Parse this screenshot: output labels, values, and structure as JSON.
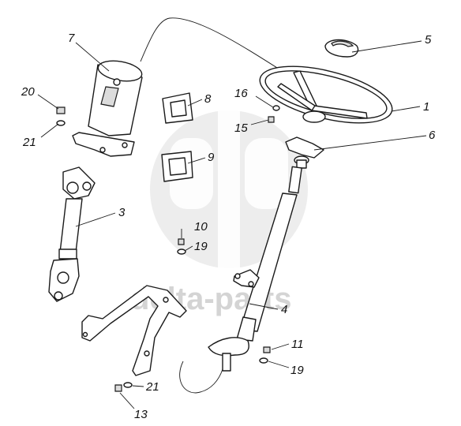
{
  "watermark": {
    "text": "delta-parts",
    "color": "#d4d4d4"
  },
  "callouts": {
    "steering_wheel": "1",
    "telescopic_shaft": "3",
    "steering_column": "4",
    "horn_button": "5",
    "hub_cover": "6",
    "column_casing": "7",
    "gasket_8": "8",
    "gasket_9": "9",
    "bolt_10": "10",
    "bolt_11": "11",
    "bolt_13": "13",
    "bolt_15": "15",
    "washer_16": "16",
    "washer_19_upper": "19",
    "washer_19_lower": "19",
    "bolt_20": "20",
    "washer_21_upper": "21",
    "washer_21_lower": "21"
  }
}
